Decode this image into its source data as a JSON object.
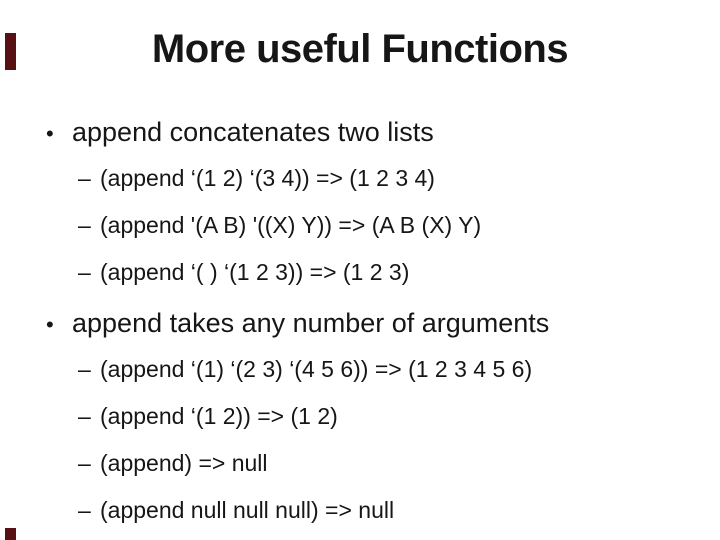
{
  "theme": {
    "bg": "#ffffff",
    "text": "#161616",
    "accent": "#571114"
  },
  "slide": {
    "title": "More useful Functions",
    "marker_level1": "•",
    "marker_level2": "–",
    "bullets": [
      {
        "label": "append concatenates two lists",
        "items": [
          "(append ‘(1 2) ‘(3 4)) => (1 2 3 4)",
          "(append '(A B) '((X) Y)) => (A B (X) Y)",
          "(append ‘( ) ‘(1 2 3)) => (1 2 3)"
        ]
      },
      {
        "label": "append takes any number of arguments",
        "items": [
          "(append ‘(1) ‘(2 3) ‘(4 5 6)) => (1 2 3 4 5 6)",
          "(append ‘(1 2)) => (1 2)",
          "(append) => null",
          "(append null null null) => null"
        ]
      }
    ]
  }
}
